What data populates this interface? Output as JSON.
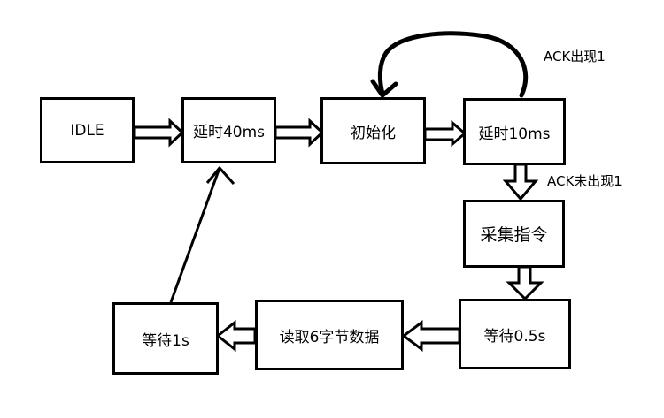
{
  "nodes": {
    "idle": "IDLE",
    "delay40": "延时40ms",
    "init": "初始化",
    "delay10": "延时10ms",
    "collect": "采集指令",
    "wait05": "等待0.5s",
    "read6": "读取6字节数据",
    "wait1": "等待1s"
  },
  "edges": {
    "ack_present": "ACK出现1",
    "ack_absent": "ACK未出现1"
  }
}
